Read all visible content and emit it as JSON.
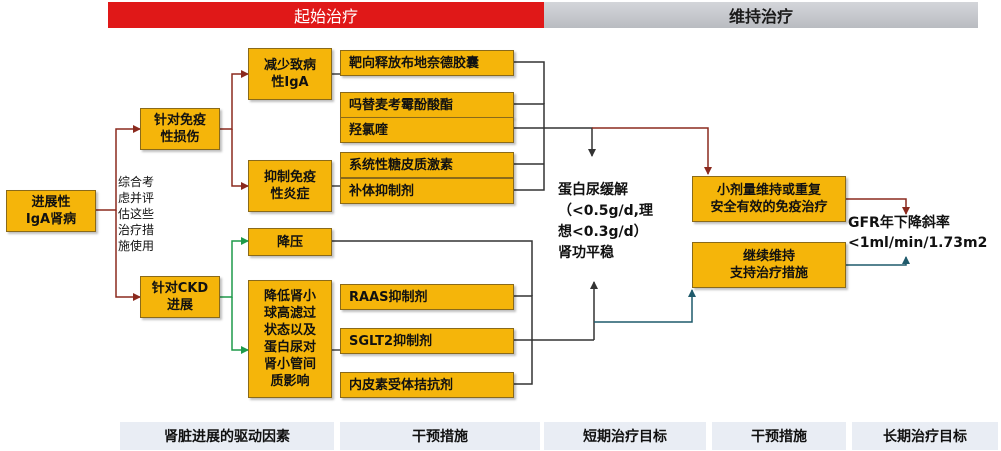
{
  "header": {
    "initial_label": "起始治疗",
    "maintenance_label": "维持治疗"
  },
  "nodes": {
    "progressive_iga": "进展性\nIgA肾病",
    "immune_injury": "针对免疫\n性损伤",
    "ckd_progression": "针对CKD\n进展",
    "reduce_iga": "减少致病\n性IgA",
    "suppress_inflammation": "抑制免疫\n性炎症",
    "bp_lowering": "降压",
    "reduce_hyperfiltration": "降低肾小\n球高滤过\n状态以及\n蛋白尿对\n肾小管间\n质影响",
    "budesonide": "靶向释放布地奈德胶囊",
    "mmf": "吗替麦考霉酚酸酯",
    "hcq": "羟氯喹",
    "steroids": "系统性糖皮质激素",
    "complement": "补体抑制剂",
    "raas": "RAAS抑制剂",
    "sglt2": "SGLT2抑制剂",
    "endothelin": "内皮素受体拮抗剂",
    "maint_immuno": "小剂量维持或重复\n安全有效的免疫治疗",
    "maint_support": "继续维持\n支持治疗措施"
  },
  "notes": {
    "evaluate": "综合考\n虑并评\n估这些\n治疗措\n施使用"
  },
  "goals": {
    "short_term": "蛋白尿缓解\n（<0.5g/d,理\n想<0.3g/d）\n肾功平稳",
    "long_term": "GFR年下降斜率\n<1ml/min/1.73m2"
  },
  "footer": {
    "drivers": "肾脏进展的驱动因素",
    "interventions_1": "干预措施",
    "short_goal": "短期治疗目标",
    "interventions_2": "干预措施",
    "long_goal": "长期治疗目标"
  },
  "colors": {
    "initial_band": "#e01818",
    "box_fill": "#f5b50a",
    "green_arrow": "#1e9a4a",
    "red_arrow": "#8b2a1e",
    "teal_arrow": "#1f5a6b"
  }
}
